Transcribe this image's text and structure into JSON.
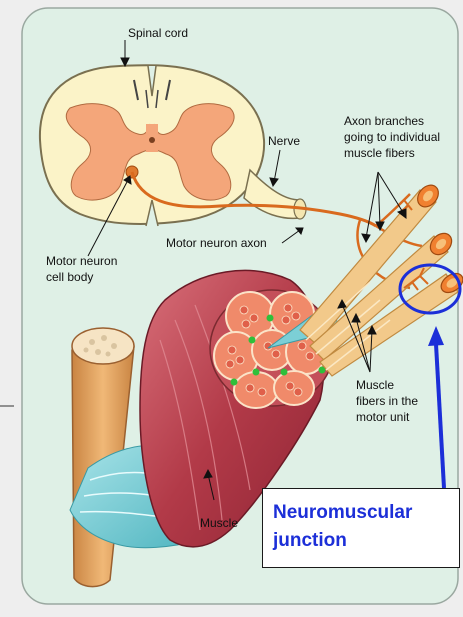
{
  "labels": {
    "spinal_cord": "Spinal cord",
    "nerve": "Nerve",
    "axon_branches": [
      "Axon branches",
      "going to individual",
      "muscle fibers"
    ],
    "motor_neuron_axon": "Motor neuron axon",
    "cell_body": [
      "Motor neuron",
      "cell body"
    ],
    "muscle_fibers": [
      "Muscle",
      "fibers in the",
      "motor unit"
    ],
    "muscle": "Muscle"
  },
  "callout": {
    "lines": [
      "Neuromuscular",
      "junction"
    ],
    "color": "#1c2fd8"
  },
  "colors": {
    "panel": "#dff0e6",
    "grey_matter": "#f4a67a",
    "white_matter": "#fbf3c8",
    "nerve": "#fbf3c8",
    "axon": "#d96a1e",
    "muscle_fiber": "#f2c98a",
    "muscle_red": "#b8404a",
    "tendon": "#7ccfd6",
    "bone": "#e2a25f"
  }
}
